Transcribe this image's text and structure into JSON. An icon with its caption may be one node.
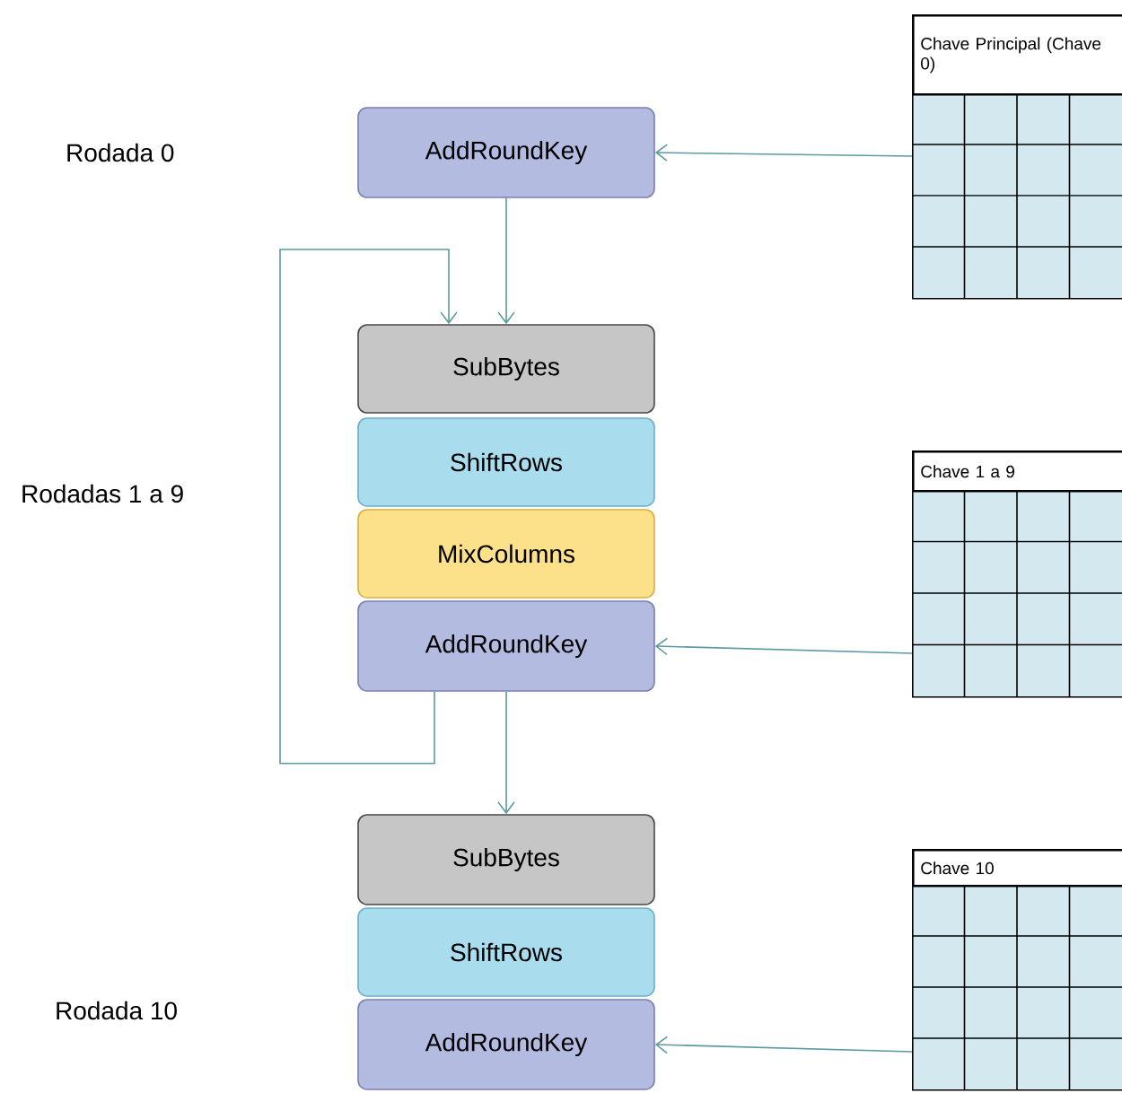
{
  "diagram": {
    "nodes": [
      {
        "text": [
          "AddRoundKey"
        ]
      },
      {
        "text": [
          "SubBytes"
        ]
      },
      {
        "text": [
          "ShiftRows"
        ]
      },
      {
        "text": [
          "MixColumns"
        ]
      },
      {
        "text": [
          "AddRoundKey"
        ]
      },
      {
        "text": [
          "SubBytes"
        ]
      },
      {
        "text": [
          "ShiftRows"
        ]
      },
      {
        "text": [
          "AddRoundKey"
        ]
      },
      {
        "text": [
          "Chave Principal (Chave 0)"
        ]
      },
      {
        "text": [
          "Chave 1 a 9"
        ]
      },
      {
        "text": [
          "Chave 10"
        ]
      }
    ],
    "edges": [
      {
        "from": 8,
        "to": 0,
        "arrow": "to"
      },
      {
        "from": 0,
        "to": 1,
        "arrow": "to"
      },
      {
        "from": 4,
        "to": 1,
        "arrow": "to"
      },
      {
        "from": 4,
        "to": 5,
        "arrow": "to"
      },
      {
        "from": 9,
        "to": 4,
        "arrow": "to"
      },
      {
        "from": 10,
        "to": 7,
        "arrow": "to"
      }
    ],
    "labels": [
      "Rodada 0",
      "Rodadas 1 a 9",
      "Rodada 10"
    ]
  }
}
